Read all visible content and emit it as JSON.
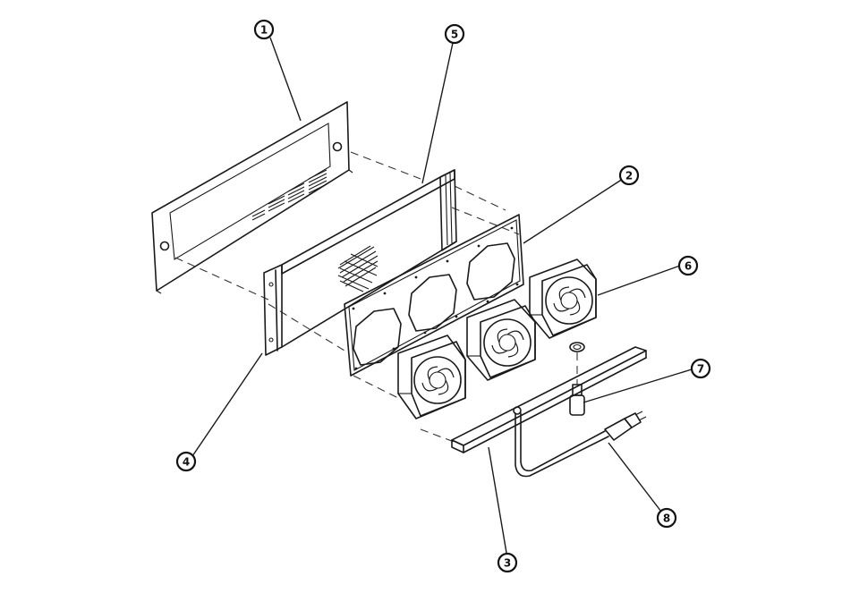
{
  "diagram": {
    "type": "exploded-parts-view",
    "line_color": "#1a1a1a",
    "background": "#ffffff",
    "callouts": [
      {
        "id": "callout-1",
        "label": "1",
        "part": "front-panel"
      },
      {
        "id": "callout-2",
        "label": "2",
        "part": "fan-mounting-plate"
      },
      {
        "id": "callout-3",
        "label": "3",
        "part": "bottom-bracket"
      },
      {
        "id": "callout-4",
        "label": "4",
        "part": "rack-mount-chassis"
      },
      {
        "id": "callout-5",
        "label": "5",
        "part": "fan-tray-frame"
      },
      {
        "id": "callout-6",
        "label": "6",
        "part": "cooling-fans"
      },
      {
        "id": "callout-7",
        "label": "7",
        "part": "thermostat-switch"
      },
      {
        "id": "callout-8",
        "label": "8",
        "part": "power-cord"
      }
    ]
  }
}
